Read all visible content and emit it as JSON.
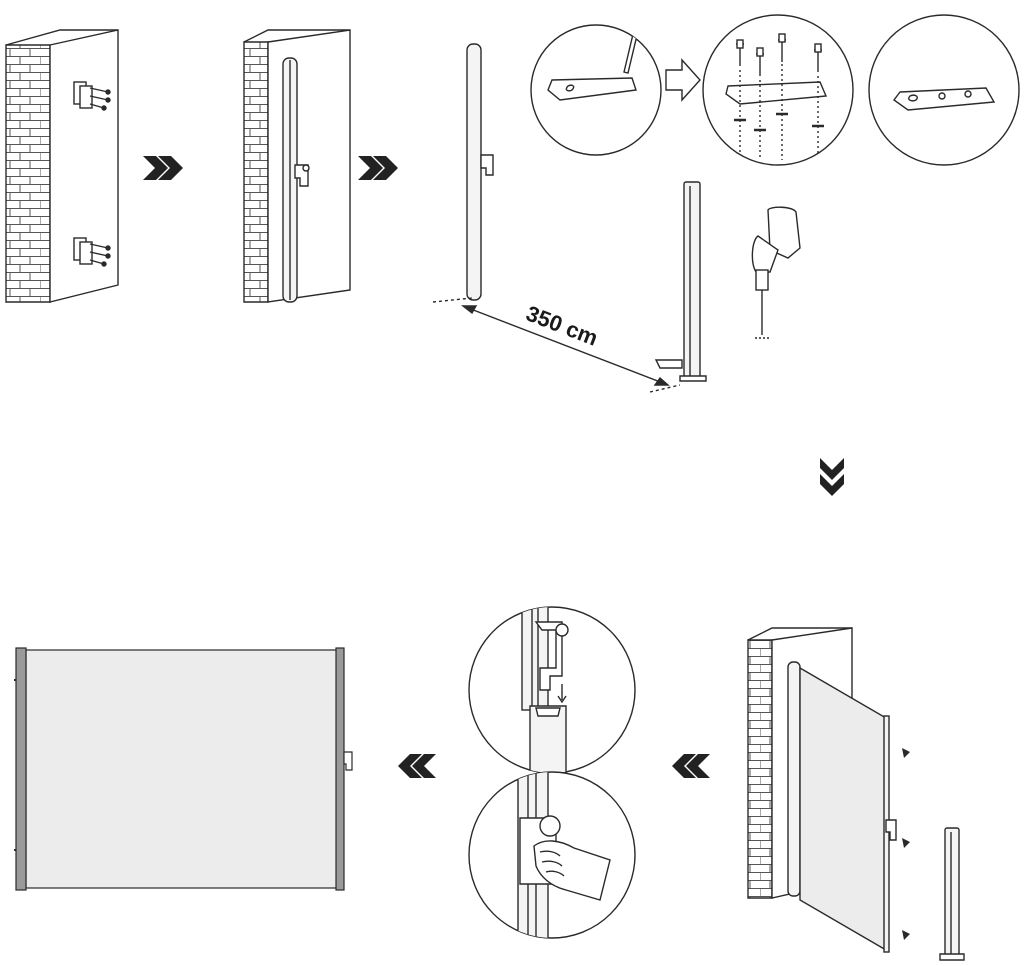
{
  "measurement": {
    "label": "350 cm"
  },
  "colors": {
    "line": "#2a2a2a",
    "fabric": "#ececec",
    "post": "#f4f4f4",
    "arrow": "#222222",
    "edge_strip": "#9a9a9a"
  },
  "steps": [
    {
      "name": "mount-brackets-on-wall"
    },
    {
      "name": "hang-cassette-on-brackets"
    },
    {
      "name": "measure-and-fix-end-post"
    },
    {
      "name": "extend-screen-to-post"
    },
    {
      "name": "hook-handle-into-post"
    },
    {
      "name": "screen-fully-extended"
    }
  ],
  "arrows": [
    "chevron-right",
    "chevron-right",
    "outline-arrow-right",
    "chevron-down",
    "chevron-left",
    "chevron-left"
  ]
}
